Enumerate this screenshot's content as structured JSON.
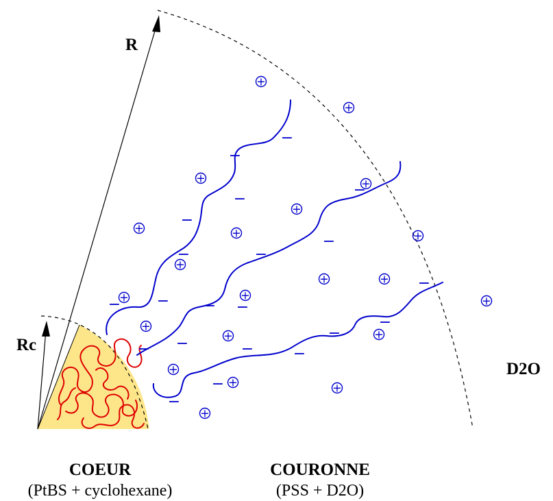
{
  "labels": {
    "R": "R",
    "Rc": "Rc",
    "solvent": "D2O",
    "core_title": "COEUR",
    "core_composition": "(PtBS + cyclohexane)",
    "corona_title": "COURONNE",
    "corona_composition": "(PSS + D2O)"
  },
  "symbols": {
    "counterion": "+",
    "charge": "−"
  },
  "colors": {
    "core_fill": "#fde68a",
    "core_chain": "#dd0000",
    "corona_chain": "#0000cc",
    "counterion": "#0000cc",
    "charge": "#0000cc",
    "boundary": "#000000"
  }
}
